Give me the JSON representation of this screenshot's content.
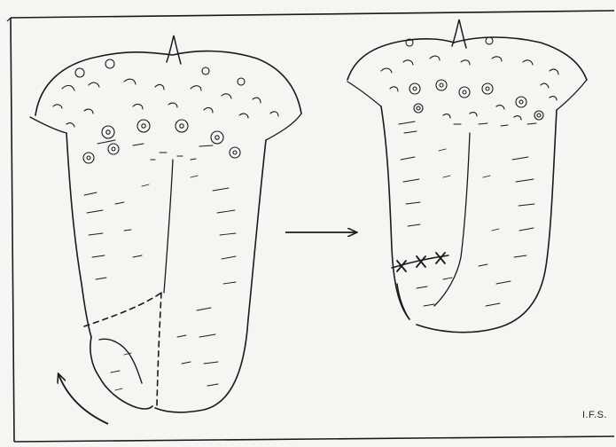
{
  "signature": "I.F.S.",
  "colors": {
    "paper": "#f6f5f1",
    "ink": "#1a1a1a",
    "border_shadow": "#bdbdb8"
  },
  "figure": {
    "panels": [
      "tongue-before-flap",
      "tongue-after-repair"
    ],
    "connector": "arrow-right-icon",
    "rotation_indicator": "curved-arrow-icon"
  }
}
